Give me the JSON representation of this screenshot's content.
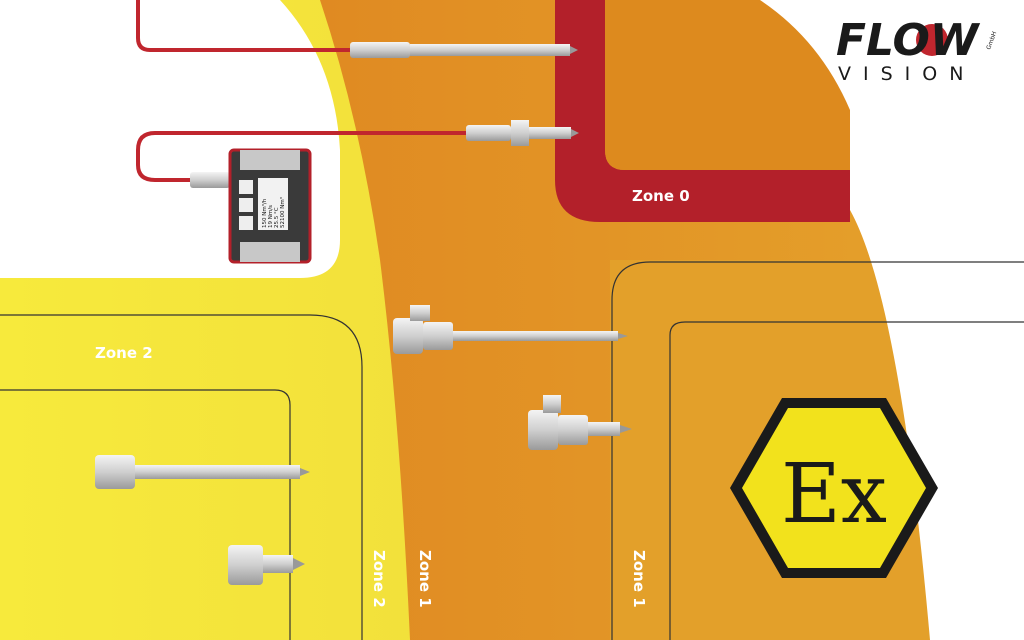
{
  "logo": {
    "brand": "FLOW",
    "sub": "VISION",
    "suffix": "GmbH"
  },
  "zones": {
    "zone0": "Zone 0",
    "zone1_a": "Zone 1",
    "zone1_b": "Zone 1",
    "zone2_a": "Zone 2",
    "zone2_b": "Zone 2"
  },
  "device_display": {
    "lines": [
      "150 Nm³/h",
      "19 Nm/s",
      "25.5 °C",
      "52100 Nm³"
    ]
  },
  "ex_symbol": {
    "text": "Ex"
  },
  "colors": {
    "zone0": "#b3202a",
    "zone1": "#df8a22",
    "zone1_light": "#e3a52c",
    "zone2": "#f4e63a",
    "ex_fill": "#f2e21c"
  }
}
